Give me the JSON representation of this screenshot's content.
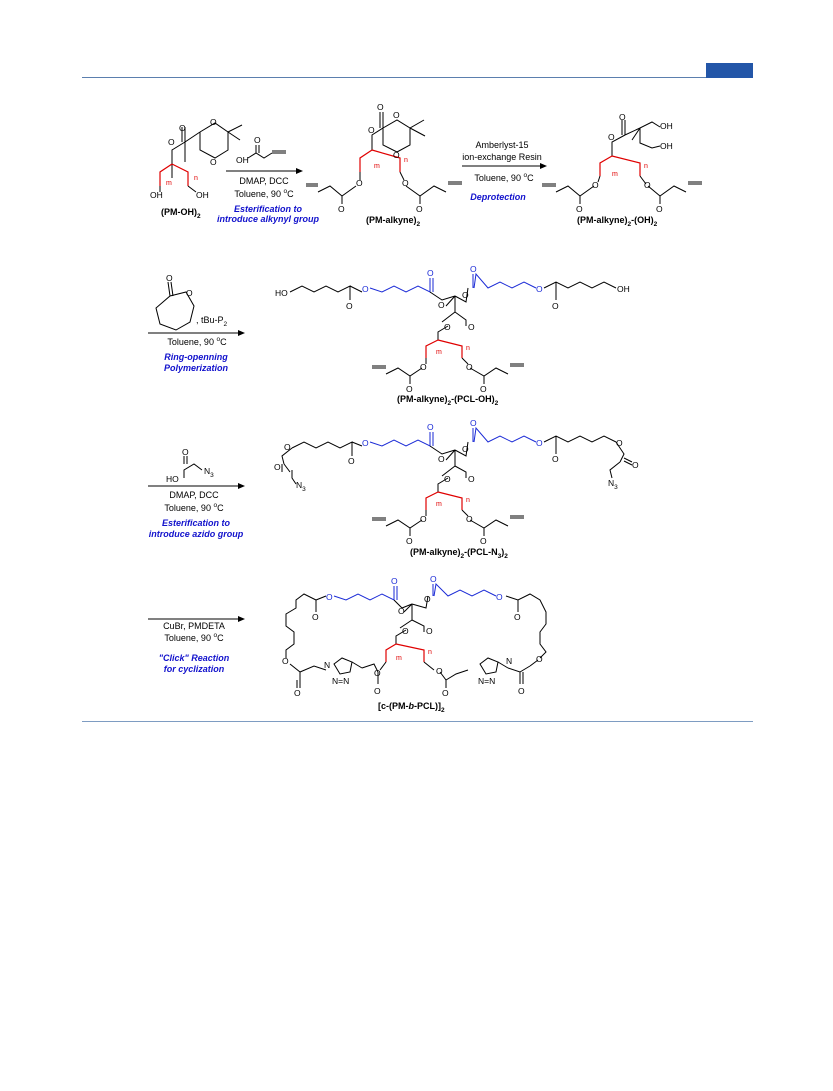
{
  "compounds": {
    "pm_oh": "(PM-OH)",
    "pm_alkyne": "(PM-alkyne)",
    "pm_alkyne_oh": "(PM-alkyne)",
    "pm_alkyne_oh_suffix": "-(OH)",
    "pcl_oh": "(PM-alkyne)",
    "pcl_oh_suffix": "-(PCL-OH)",
    "pcl_n3": "(PM-alkyne)",
    "pcl_n3_suffix": "-(PCL-N",
    "pcl_n3_end": ")",
    "cyclic_open": "[c-(PM-",
    "cyclic_b": "b",
    "cyclic_close": "-PCL)]"
  },
  "subscripts": {
    "two": "2",
    "three": "3"
  },
  "steps": {
    "step1": {
      "reagent_atoms": {
        "oh": "OH",
        "o": "O"
      },
      "conditions": [
        "DMAP, DCC",
        "Toluene, 90 "
      ],
      "note": [
        "Esterification to",
        "introduce alkynyl group"
      ]
    },
    "step2": {
      "conditions": [
        "Amberlyst-15",
        "ion-exchange Resin",
        "Toluene, 90 "
      ],
      "note": [
        "Deprotection"
      ]
    },
    "step3": {
      "catalyst": ", tBu-P",
      "conditions": [
        "Toluene, 90 "
      ],
      "note": [
        "Ring-openning",
        "Polymerization"
      ]
    },
    "step4": {
      "reagent_atoms": {
        "ho": "HO",
        "o": "O",
        "n3": "N"
      },
      "conditions": [
        "DMAP, DCC",
        "Toluene, 90 "
      ],
      "note": [
        "Esterification to",
        "introduce azido group"
      ]
    },
    "step5": {
      "conditions": [
        "CuBr, PMDETA",
        "Toluene, 90 "
      ],
      "note": [
        "\"Click\" Reaction",
        "for cyclization"
      ]
    }
  },
  "degree_unit": "C",
  "degree_mark": "o",
  "atoms": {
    "o": "O",
    "oh": "OH",
    "ho": "HO",
    "n": "N",
    "n3": "N",
    "m": "m",
    "nn": "n",
    "n_eq": "N=N"
  }
}
